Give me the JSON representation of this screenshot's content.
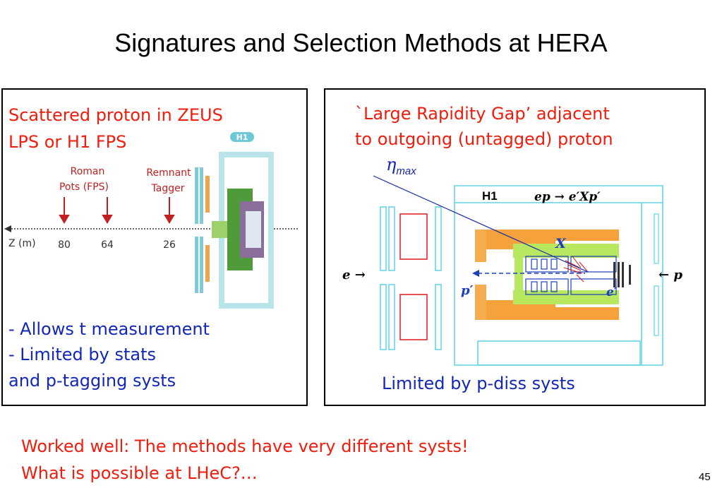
{
  "slide": {
    "title": "Signatures and Selection Methods at HERA",
    "page_number": "45"
  },
  "left_panel": {
    "heading_line1": "Scattered proton in ZEUS",
    "heading_line2": "LPS or H1 FPS",
    "figure": {
      "roman_pots_line1": "Roman",
      "roman_pots_line2": "Pots (FPS)",
      "remnant_line1": "Remnant",
      "remnant_line2": "Tagger",
      "axis_label": "Z (m)",
      "tick_80": "80",
      "tick_64": "64",
      "tick_26": "26",
      "logo": "H1"
    },
    "bullet1": "- Allows t measurement",
    "bullet2": "- Limited by stats",
    "bullet3": "and p-tagging systs"
  },
  "right_panel": {
    "heading_line1": "`Large Rapidity Gap’ adjacent",
    "heading_line2": "to outgoing (untagged) proton",
    "eta_symbol": "η",
    "eta_sub": "max",
    "figure": {
      "detector_label": "H1",
      "reaction": "ep → e′Xp′",
      "beam_e": "e →",
      "beam_p": "← p",
      "p_prime": "p′",
      "e_prime": "e′",
      "x_label": "X"
    },
    "caption": "Limited by p-diss systs"
  },
  "footer": {
    "line1": "Worked well: The methods have very different systs!",
    "line2": "What is possible at LHeC?…"
  },
  "colors": {
    "red_text": "#f01c0c",
    "blue_text": "#1226b8",
    "cyan_frame": "#5fd4e6",
    "orange_calorimeter": "#f6a23c",
    "green_tracker": "#6cc04a"
  }
}
